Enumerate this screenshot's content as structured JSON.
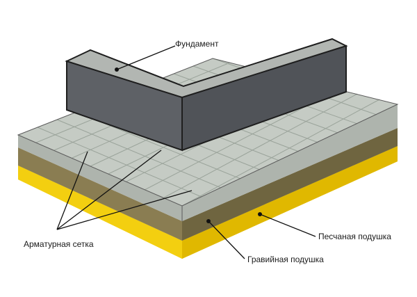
{
  "labels": {
    "foundation": "Фундамент",
    "rebar_mesh": "Арматурная сетка",
    "sand_cushion": "Песчаная подушка",
    "gravel_cushion": "Гравийная подушка"
  },
  "colors": {
    "sand_top": "#f3cf10",
    "sand_front": "#e0b800",
    "gravel_top": "#8a7d52",
    "gravel_front": "#6f6540",
    "slab_top": "#c5cbc4",
    "slab_front": "#aeb4ad",
    "foundation_top": "#b2b6b2",
    "foundation_front": "#5e6166",
    "foundation_side": "#505358"
  }
}
